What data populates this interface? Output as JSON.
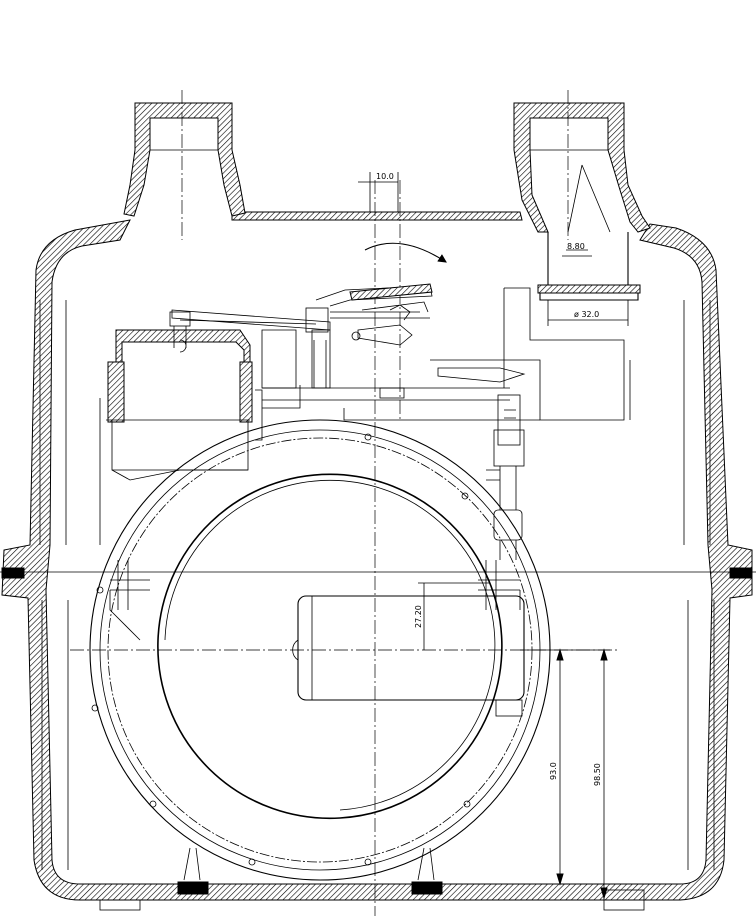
{
  "dimensions": {
    "top_width": "10.0",
    "outlet_gap": "8.80",
    "outlet_diameter": "ø 32.0",
    "drum_offset": "27.20",
    "height_inner": "93.0",
    "height_outer": "98.50"
  },
  "colors": {
    "line": "#000000",
    "background": "#ffffff"
  }
}
